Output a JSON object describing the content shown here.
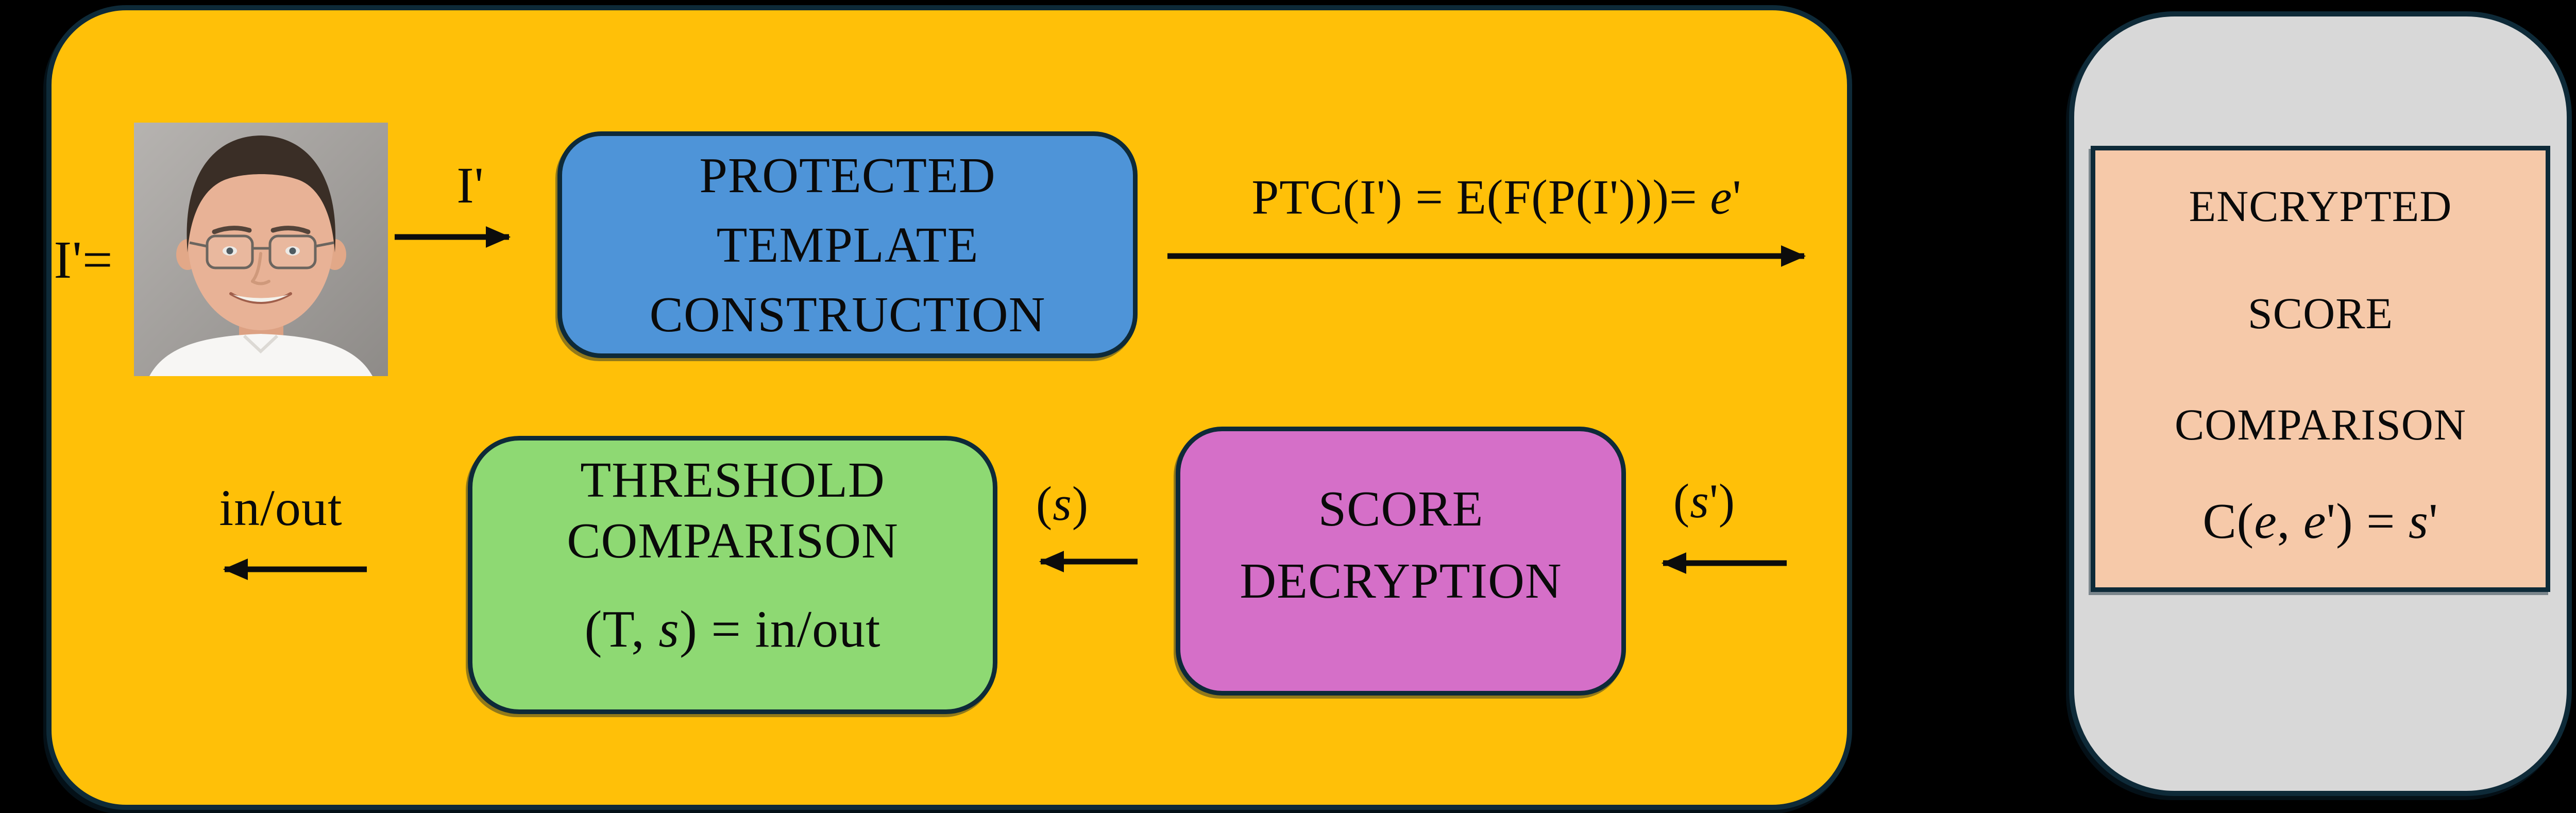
{
  "colors": {
    "background": "#000000",
    "panel_orange": "#FFC008",
    "box_blue": "#4E94D8",
    "box_green": "#8ED973",
    "box_magenta": "#D56FC8",
    "panel_gray": "#D8D8D8",
    "box_peach": "#F6C9A9",
    "border": "#0E2A38",
    "text": "#0A0A0A"
  },
  "left_panel": {
    "input_label": "I'=",
    "photo_icon": "man-portrait-photo",
    "arrow_i_label": "I'",
    "ptc_box": {
      "lines": [
        "PROTECTED",
        "TEMPLATE",
        "CONSTRUCTION"
      ]
    },
    "ptc_formula": "PTC(I') = E(F(P(I')))= *e*'",
    "threshold_box": {
      "lines": [
        "THRESHOLD",
        "COMPARISON"
      ],
      "formula": "(T, *s*) = in/out"
    },
    "score_box": {
      "lines": [
        "SCORE",
        "DECRYPTION"
      ]
    },
    "s_label": "(*s*)",
    "s_prime_label": "(*s*')",
    "in_out_label": "in/out"
  },
  "right_panel": {
    "encrypted_box": {
      "lines": [
        "ENCRYPTED",
        "SCORE",
        "COMPARISON"
      ],
      "formula": "C(*e*, *e*') = *s*'"
    }
  }
}
